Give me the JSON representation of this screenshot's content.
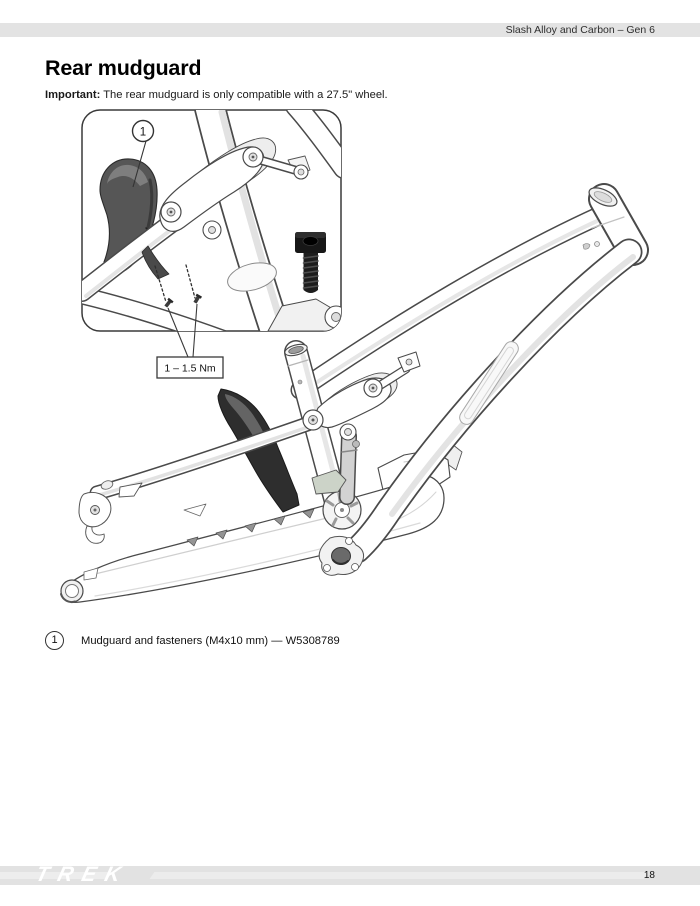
{
  "header": {
    "title": "Slash Alloy and Carbon – Gen 6"
  },
  "section": {
    "title": "Rear mudguard",
    "important_label": "Important:",
    "important_text": " The rear mudguard is only compatible with a 27.5\" wheel."
  },
  "figure": {
    "callout_number": "1",
    "torque_label": "1 – 1.5 Nm"
  },
  "legend": {
    "number": "1",
    "text": "Mudguard and fasteners (M4x10 mm) — W5308789"
  },
  "footer": {
    "logo_text": "TREK",
    "page_number": "18"
  },
  "colors": {
    "header_bar": "#e3e3e3",
    "footer_bar": "#e2e2e2",
    "outline": "#4a4a4a",
    "mudguard": "#2e2e2e",
    "bolt": "#171717",
    "text": "#111111"
  }
}
